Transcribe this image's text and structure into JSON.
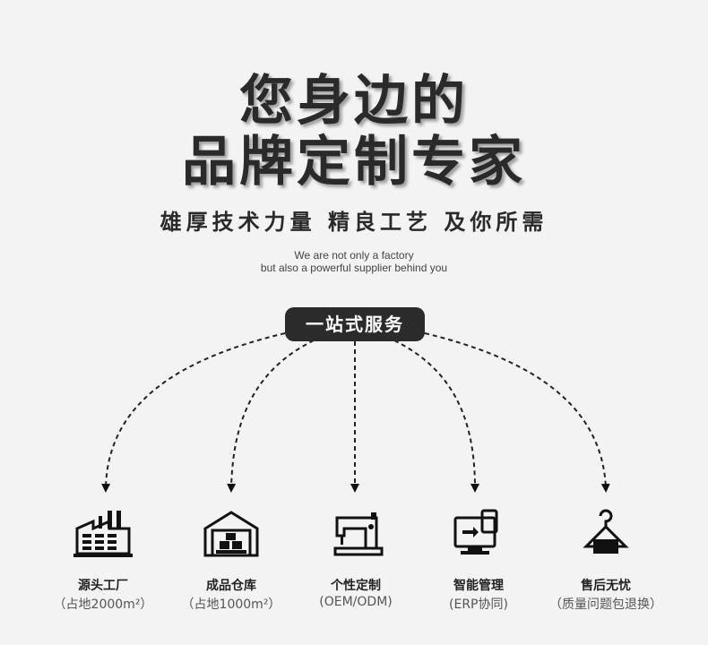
{
  "headline": {
    "line1": "您身边的",
    "line2": "品牌定制专家"
  },
  "tagline": "雄厚技术力量 精良工艺 及你所需",
  "english": {
    "line1": "We are not only a factory",
    "line2": "but also a powerful supplier behind you"
  },
  "center_label": "一站式服务",
  "services": [
    {
      "title": "源头工厂",
      "sub": "（占地2000m²）",
      "icon": "factory-icon"
    },
    {
      "title": "成品仓库",
      "sub": "（占地1000m²）",
      "icon": "warehouse-icon"
    },
    {
      "title": "个性定制",
      "sub": "(OEM/ODM)",
      "icon": "sewing-machine-icon"
    },
    {
      "title": "智能管理",
      "sub": "(ERP协同)",
      "icon": "computer-exchange-icon"
    },
    {
      "title": "售后无忧",
      "sub": "（质量问题包退换）",
      "icon": "hanger-icon"
    }
  ]
}
